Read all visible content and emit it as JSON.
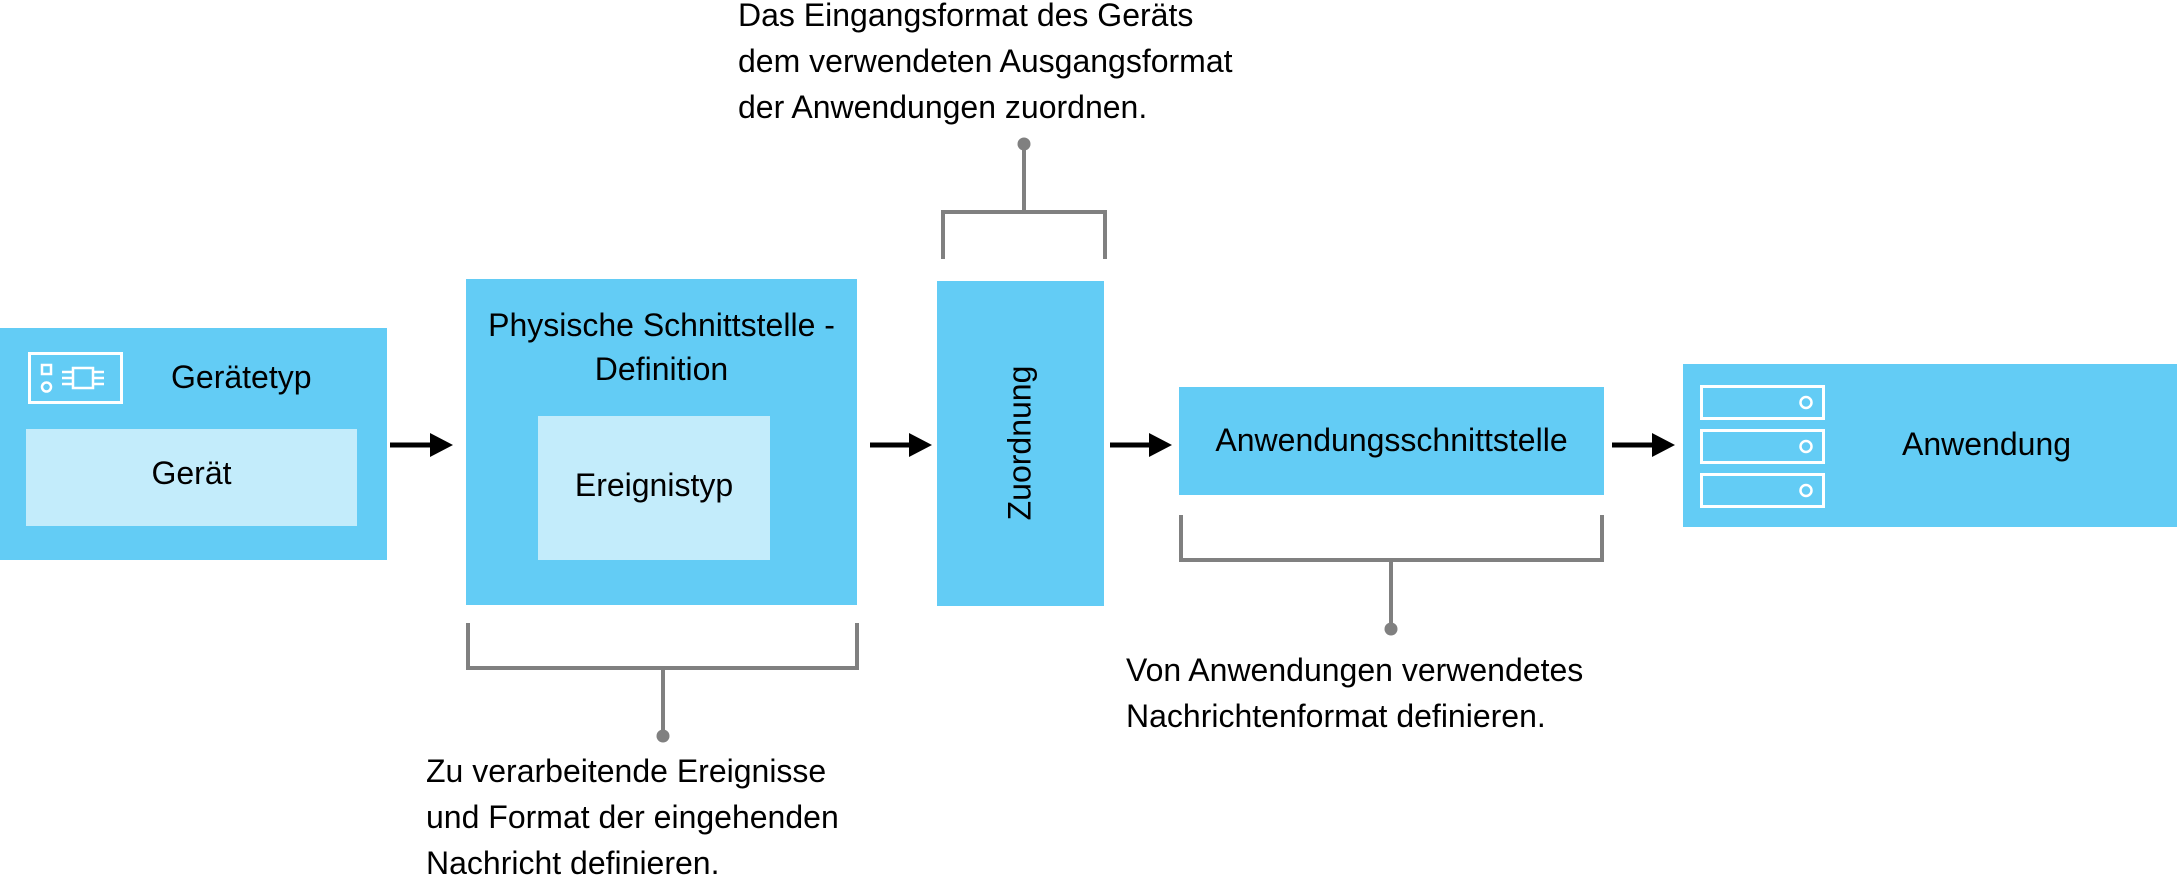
{
  "nodes": {
    "geraetetyp": {
      "title": "Gerätetyp",
      "inner": "Gerät"
    },
    "physische_schnittstelle": {
      "title_line1": "Physische Schnittstelle -",
      "title_line2": "Definition",
      "inner": "Ereignistyp"
    },
    "zuordnung": {
      "title": "Zuordnung"
    },
    "anwendungsschnittstelle": {
      "title": "Anwendungsschnittstelle"
    },
    "anwendung": {
      "title": "Anwendung"
    }
  },
  "annotations": {
    "top": [
      "Das Eingangsformat des Geräts",
      "dem verwendeten Ausgangsformat",
      "der Anwendungen zuordnen."
    ],
    "bottom_left": [
      "Zu verarbeitende Ereignisse",
      "und Format der eingehenden",
      "Nachricht definieren."
    ],
    "bottom_right": [
      "Von Anwendungen verwendetes",
      "Nachrichtenformat definieren."
    ]
  },
  "icons": {
    "device": "chip-device-icon",
    "server": "server-rack-icon"
  },
  "colors": {
    "box": "#63CCF5",
    "inner": "#C3ECFB",
    "bracket": "#808080",
    "arrow": "#000000"
  }
}
